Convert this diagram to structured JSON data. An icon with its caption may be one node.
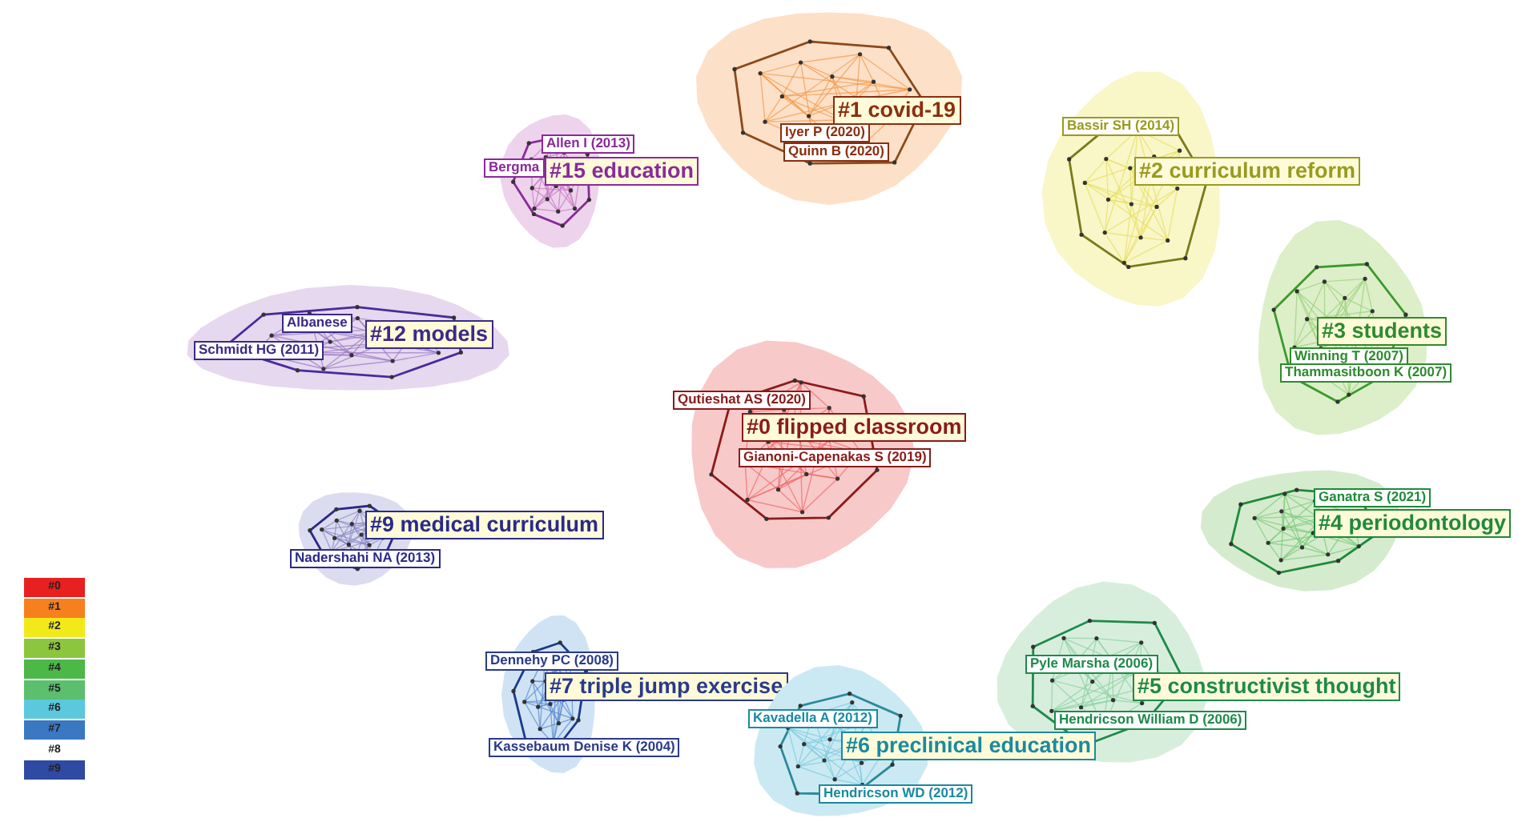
{
  "diagram": {
    "nodes": [
      {
        "text": [
          "#1 covid-19",
          "Iyer P (2020)",
          "Quinn B (2020)"
        ]
      },
      {
        "text": [
          "Allen I (2013)",
          "Bergma",
          "#15 education"
        ]
      },
      {
        "text": [
          "Bassir SH (2014)",
          "#2 curriculum reform"
        ]
      },
      {
        "text": [
          "Albanese",
          "#12 models",
          "Schmidt HG (2011)"
        ]
      },
      {
        "text": [
          "#3 students",
          "Winning T (2007)",
          "Thammasitboon K (2007)"
        ]
      },
      {
        "text": [
          "Qutieshat AS (2020)",
          "#0 flipped classroom",
          "Gianoni-Capenakas S (2019)"
        ]
      },
      {
        "text": [
          "#9 medical curriculum",
          "Nadershahi NA (2013)"
        ]
      },
      {
        "text": [
          "Ganatra S (2021)",
          "#4 periodontology"
        ]
      },
      {
        "text": [
          "Dennehy PC (2008)",
          "#7 triple jump exercise",
          "Kassebaum Denise K (2004)"
        ]
      },
      {
        "text": [
          "Pyle Marsha (2006)",
          "#5 constructivist thought",
          "Hendricson William D (2006)"
        ]
      },
      {
        "text": [
          "Kavadella A (2012)",
          "#6 preclinical education",
          "Hendricson WD (2012)"
        ]
      }
    ],
    "legend": [
      {
        "text": "#0",
        "color": "#e8201f"
      },
      {
        "text": "#1",
        "color": "#f7801e"
      },
      {
        "text": "#2",
        "color": "#f2e91b"
      },
      {
        "text": "#3",
        "color": "#8cc63f"
      },
      {
        "text": "#4",
        "color": "#4cb848"
      },
      {
        "text": "#5",
        "color": "#5cbf6e"
      },
      {
        "text": "#6",
        "color": "#5bc8de"
      },
      {
        "text": "#7",
        "color": "#3a78c2"
      },
      {
        "text": "#8",
        "color": "#ffffff"
      },
      {
        "text": "#9",
        "color": "#2e4aa3"
      }
    ]
  }
}
